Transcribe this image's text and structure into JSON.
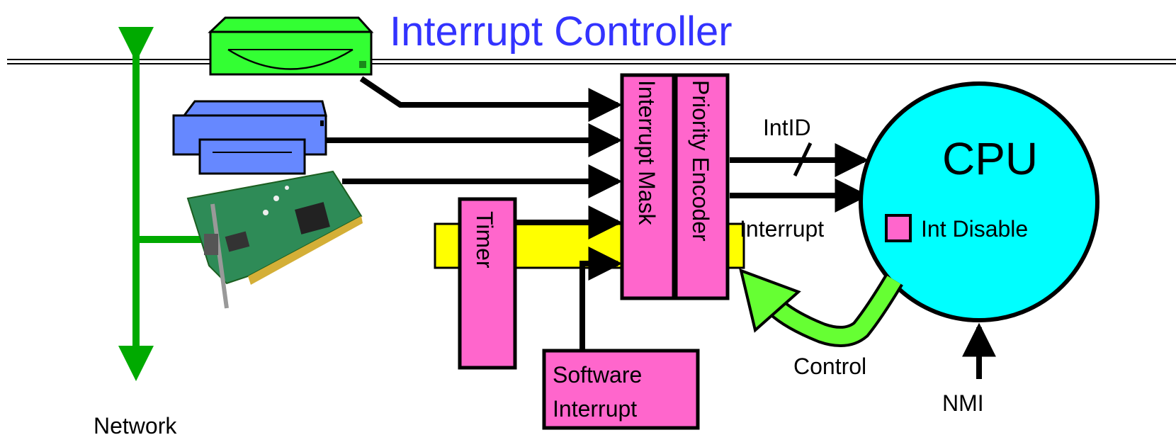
{
  "title": "Interrupt Controller",
  "labels": {
    "interrupt_mask": "Interrupt Mask",
    "priority_encoder": "Priority Encoder",
    "timer": "Timer",
    "software_interrupt_line1": "Software",
    "software_interrupt_line2": "Interrupt",
    "intid": "IntID",
    "interrupt": "Interrupt",
    "cpu": "CPU",
    "int_disable": "Int Disable",
    "control": "Control",
    "nmi": "NMI",
    "network": "Network"
  },
  "icons": [
    "disk-drive-icon",
    "printer-icon",
    "network-card-icon"
  ],
  "colors": {
    "title": "#3333ff",
    "block": "#ff66cc",
    "cpu": "#00ffff",
    "network_bus": "#00aa00",
    "control_arrow": "#66ff33",
    "timer_band": "#ffff00",
    "disk": "#33ff33",
    "printer": "#6688ff",
    "card": "#2e8b57"
  }
}
